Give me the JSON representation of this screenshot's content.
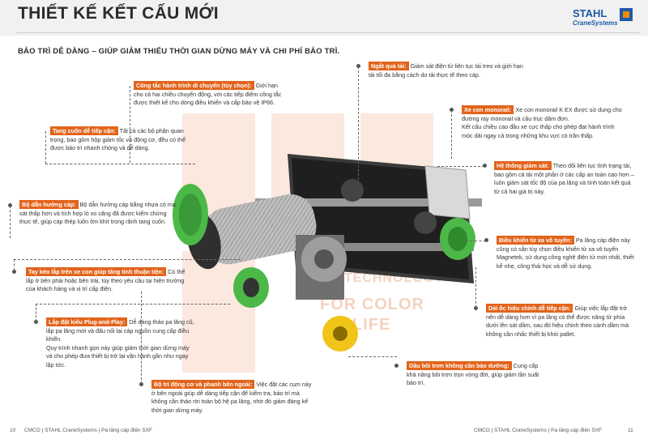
{
  "header": {
    "title": "THIẾT KẾ KẾT CẤU MỚI",
    "logo_main": "STAHL",
    "logo_sub": "CraneSystems"
  },
  "subtitle": "BẢO TRÌ DỄ DÀNG – GIÚP GIẢM THIỂU THỜI GIAN DỪNG MÁY VÀ CHI PHÍ BẢO TRÌ.",
  "annotations_left": [
    {
      "tag": "Công tắc hành trình di chuyển (tùy chọn):",
      "text": "Giới hạn cho cả hai chiều chuyển động, với các tiếp điểm công tắc được thiết kế cho dòng điều khiển và cấp bảo vệ IP66."
    },
    {
      "tag": "Tang cuốn dễ tiếp cận:",
      "text": "Tất cả các bộ phận quan trọng, bao gồm hộp giảm tốc và động cơ, đều có thể được bảo trì nhanh chóng và dễ dàng."
    },
    {
      "tag": "Bộ dẫn hướng cáp:",
      "text": "Bộ dẫn hướng cáp bằng nhựa có ma sát thấp hơn và tích hợp lò xo căng đã được kiểm chứng thực tế, giúp cáp thép luôn ôm khít trong rãnh tang cuốn."
    },
    {
      "tag": "Tay kéo lắp trên xe con giúp tăng tính thuận tiện:",
      "text": "Có thể lắp ở bên phải hoặc bên trái, tùy theo yêu cầu tại hiện trường của khách hàng và vị trí cấp điện."
    },
    {
      "tag": "Lắp đặt kiểu Plug-and-Play:",
      "text": "Dễ dàng tháo pa lăng cũ, lắp pa lăng mới và đấu nối lại cáp nguồn cung cấp điều khiển.",
      "text2": "Quy trình nhanh gọn này giúp giảm thời gian dừng máy và cho phép đưa thiết bị trở lại vận hành gần như ngay lập tức."
    },
    {
      "tag": "Bộ trí động cơ và phanh bên ngoài:",
      "text": "Việc đặt các cụm này ở bên ngoài giúp dễ dàng tiếp cận để kiểm tra, bảo trì mà không cần tháo rời toàn bộ hệ pa lăng, nhờ đó giảm đáng kể thời gian dừng máy."
    }
  ],
  "annotations_right": [
    {
      "tag": "Ngắt quá tải:",
      "text": "Giám sát điện tử liên tục tải treo và giới hạn tải tối đa bằng cách do tải thực tế theo cáp."
    },
    {
      "tag": "Xe con monorail:",
      "text": "Xe con monorail K EX được sử dụng cho đường ray monorail và cầu trục dầm đơn.",
      "text2": "Kết cấu chiều cao đầu xe cực thấp cho phép đạt hành trình móc dài ngay cả trong những khu vực có trần thấp."
    },
    {
      "tag": "Hệ thống giám sát:",
      "text": "Theo dõi liên tục tình trạng tải, bao gồm cả tải một phần ở các cấp an toàn cao hơn – luôn giám sát tốc độ của pa lăng và tính toán kết quả từ cả hai giá trị này."
    },
    {
      "tag": "Điều khiển từ xa vô tuyến:",
      "text": "Pa lăng cáp điện này cũng có sẵn tùy chọn điều khiển từ xa vô tuyến Magnetek, sử dụng công nghệ điện tử mới nhất, thiết kế nhẹ, công thái học và dễ sử dụng."
    },
    {
      "tag": "Dải ốc hiệu chỉnh dễ tiếp cận:",
      "text": "Giúp việc lắp đặt trở nên dễ dàng hơn vì pa lăng có thể được nâng từ phía dưới lên sát dầm, sau đó hiệu chỉnh theo cánh dầm mà không cần nhấc thiết bị khỏi pallet."
    },
    {
      "tag": "Dầu bôi trơn không cần bảo dưỡng:",
      "text": "Cung cấp khả năng bôi trơn trọn vòng đời, giúp giảm tần suất bảo trì."
    }
  ],
  "watermark": {
    "line1": "FOR COLOR",
    "line2": "LIFE",
    "line3": "TECHNOLOGY"
  },
  "footer": {
    "left_page": "10",
    "left_text": "CMCO | STAHL CraneSystems | Pa lăng cáp điện SXF",
    "right_text": "CMCO | STAHL CraneSystems | Pa lăng cáp điện SXF",
    "right_page": "11"
  },
  "colors": {
    "accent": "#e2641b",
    "brand": "#1d5aa8",
    "green": "#4cb848"
  }
}
